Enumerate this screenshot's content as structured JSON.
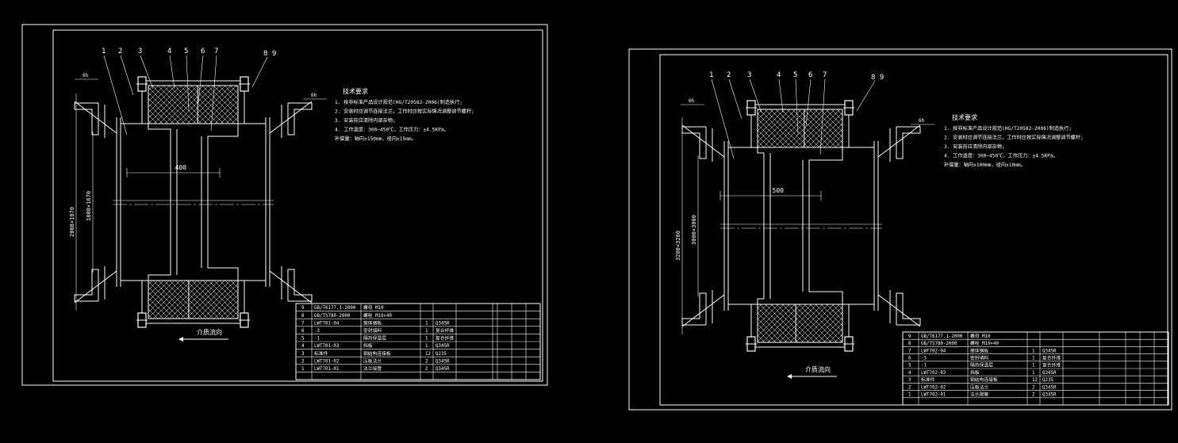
{
  "colors": {
    "background": "#000000",
    "lines": "#ffffff"
  },
  "sheets": [
    {
      "part_numbers": [
        "1",
        "2",
        "3",
        "4",
        "5",
        "6",
        "7",
        "8",
        "9"
      ],
      "part_label_89": "8 9",
      "weld_symbol": "6h",
      "notes_title": "技术要求",
      "notes": [
        "1. 按非标准产品设计规范(HG/T20582-2006)制造执行;",
        "2. 安装时应调节连接法兰，工作时应按实际情况调整调节螺杆;",
        "3. 安装前应清除内部杂物;",
        "4. 工作温度：300~450℃，工作压力：±4.5KPa。",
        "   补偿量：轴向±150mm，径向±15mm。"
      ],
      "dim_width": "400",
      "dim_outer": "2008×1870",
      "dim_inner": "1808×1670",
      "flow_label": "介质流向",
      "bom": [
        [
          "9",
          "GB/T6177.1-2000",
          "螺母 M10",
          "",
          "",
          ""
        ],
        [
          "8",
          "GB/T5780-2000",
          "螺栓 M10×40",
          "",
          "",
          ""
        ],
        [
          "7",
          "LWT701-04",
          "筒体钢板",
          "1",
          "Q345R",
          ""
        ],
        [
          "6",
          "-3",
          "密封填料",
          "1",
          "复合纤维",
          ""
        ],
        [
          "5",
          "-1",
          "隔热保温层",
          "1",
          "复合纤维",
          ""
        ],
        [
          "4",
          "LWT701-03",
          "挡板",
          "1",
          "Q345R",
          ""
        ],
        [
          "3",
          "标准件",
          "钢结构连接板",
          "12",
          "Q235",
          ""
        ],
        [
          "2",
          "LWT701-02",
          "压板法兰",
          "2",
          "Q345R",
          ""
        ],
        [
          "1",
          "LWT701-01",
          "法兰接管",
          "2",
          "Q345R",
          ""
        ]
      ]
    },
    {
      "part_numbers": [
        "1",
        "2",
        "3",
        "4",
        "5",
        "6",
        "7",
        "8",
        "9"
      ],
      "part_label_89": "8 9",
      "weld_symbol": "6h",
      "notes_title": "技术要求",
      "notes": [
        "1. 按非标准产品设计规范(HG/T20582-2006)制造执行;",
        "2. 安装时应调节连接法兰，工作时应按实际情况调整调节螺杆;",
        "3. 安装前应清除内部杂物;",
        "4. 工作温度：300~450℃，工作压力：±4.5KPa。",
        "   补偿量：轴向±100mm，径向±10mm。"
      ],
      "dim_width": "500",
      "dim_outer": "3200×3200",
      "dim_inner": "3000×3000",
      "flow_label": "介质流向",
      "bom": [
        [
          "9",
          "GB/T6177.1-2000",
          "螺母 M10",
          "",
          "",
          ""
        ],
        [
          "8",
          "GB/T5780-2000",
          "螺栓 M10×40",
          "",
          "",
          ""
        ],
        [
          "7",
          "LWT702-04",
          "筒体钢板",
          "1",
          "Q345R",
          ""
        ],
        [
          "6",
          "-3",
          "密封填料",
          "1",
          "复合纤维",
          ""
        ],
        [
          "5",
          "-1",
          "隔热保温层",
          "1",
          "复合纤维",
          ""
        ],
        [
          "4",
          "LWT702-03",
          "挡板",
          "1",
          "Q345R",
          ""
        ],
        [
          "3",
          "标准件",
          "钢结构连接板",
          "12",
          "Q235",
          ""
        ],
        [
          "2",
          "LWT702-02",
          "压板法兰",
          "2",
          "Q345R",
          ""
        ],
        [
          "1",
          "LWT702-01",
          "法兰接管",
          "2",
          "Q345R",
          ""
        ]
      ]
    }
  ]
}
